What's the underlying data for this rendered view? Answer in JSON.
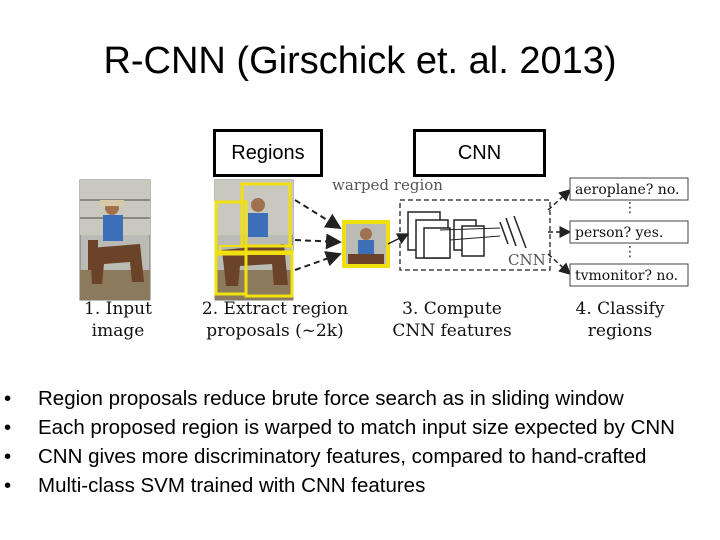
{
  "title": "R-CNN (Girschick et. al. 2013)",
  "callouts": {
    "regions": "Regions",
    "cnn": "CNN"
  },
  "diagram": {
    "warped_label": "warped region",
    "cnn_label": "CNN",
    "class_outputs": [
      "aeroplane? no.",
      "person? yes.",
      "tvmonitor? no."
    ],
    "steps": [
      {
        "line1": "1. Input",
        "line2": "image"
      },
      {
        "line1": "2. Extract region",
        "line2": "proposals (~2k)"
      },
      {
        "line1": "3. Compute",
        "line2": "CNN features"
      },
      {
        "line1": "4. Classify",
        "line2": "regions"
      }
    ],
    "colors": {
      "proposal_box": "#f0e010",
      "photo_sky": "#b7b9b2",
      "horse": "#6b4328",
      "shirt": "#3b6fb8",
      "ground": "#8c7a5c"
    }
  },
  "bullet_marker": "•",
  "bullets": [
    "Region proposals reduce brute force search as in sliding window",
    "Each proposed region is warped to match input size expected by CNN",
    "CNN gives more discriminatory features, compared to hand-crafted",
    "Multi-class SVM trained with CNN features"
  ]
}
